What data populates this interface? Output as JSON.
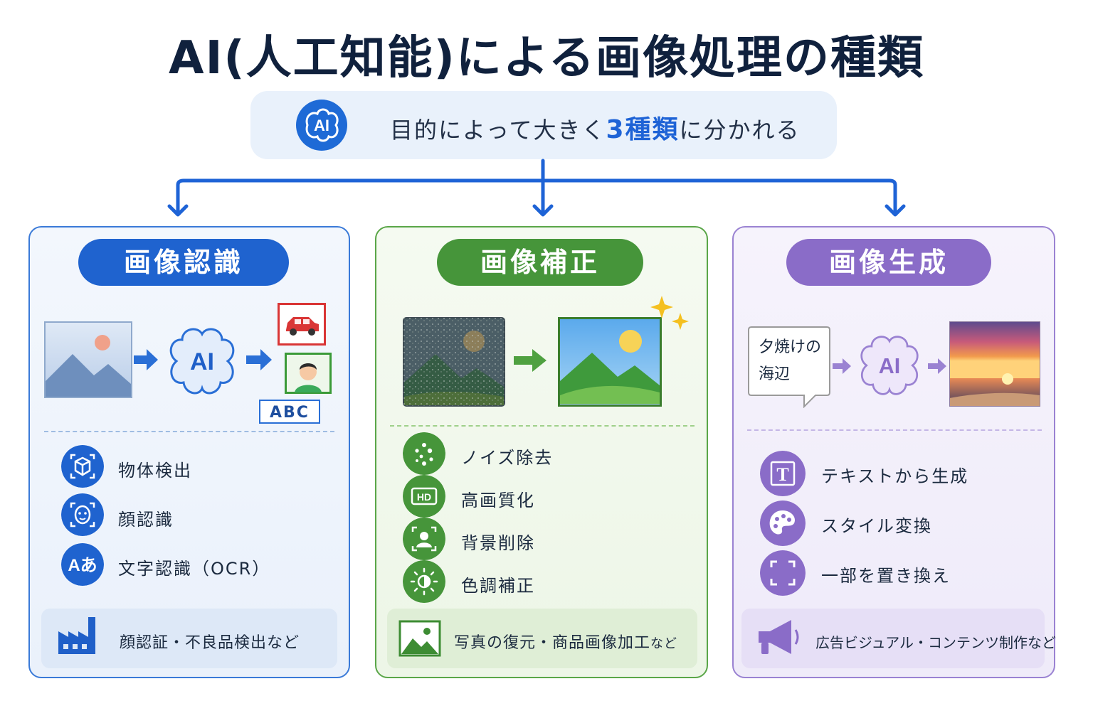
{
  "title": "AI(人工知能)による画像処理の種類",
  "subtitle": {
    "badge": "AI",
    "prefix": "目的によって大きく",
    "highlight": "3種類",
    "suffix": "に分かれる"
  },
  "panels": [
    {
      "key": "recognition",
      "heading": "画像認識",
      "color": "#1f63cf",
      "ai_label": "AI",
      "result_text": "ABC",
      "items": [
        {
          "icon": "cube-scan-icon",
          "label": "物体検出"
        },
        {
          "icon": "face-scan-icon",
          "label": "顔認識"
        },
        {
          "icon": "text-a-icon",
          "icon_text": "Aあ",
          "label": "文字認識（OCR）"
        }
      ],
      "footer_icon": "factory-icon",
      "footer": "顔認証・不良品検出など"
    },
    {
      "key": "correction",
      "heading": "画像補正",
      "color": "#46953a",
      "items": [
        {
          "icon": "noise-dots-icon",
          "label": "ノイズ除去"
        },
        {
          "icon": "hd-icon",
          "icon_text": "HD",
          "label": "高画質化"
        },
        {
          "icon": "person-frame-icon",
          "label": "背景削除"
        },
        {
          "icon": "sun-adjust-icon",
          "label": "色調補正"
        }
      ],
      "footer_icon": "picture-icon",
      "footer_main": "写真の復元・商品画像加工",
      "footer_small": "など"
    },
    {
      "key": "generation",
      "heading": "画像生成",
      "color": "#8a6cc8",
      "ai_label": "AI",
      "prompt_lines": [
        "夕焼けの",
        "海辺"
      ],
      "items": [
        {
          "icon": "text-t-icon",
          "icon_text": "T",
          "label": "テキストから生成"
        },
        {
          "icon": "palette-icon",
          "label": "スタイル変換"
        },
        {
          "icon": "frame-corners-icon",
          "label": "一部を置き換え"
        }
      ],
      "footer_icon": "megaphone-icon",
      "footer": "広告ビジュアル・コンテンツ制作など"
    }
  ]
}
